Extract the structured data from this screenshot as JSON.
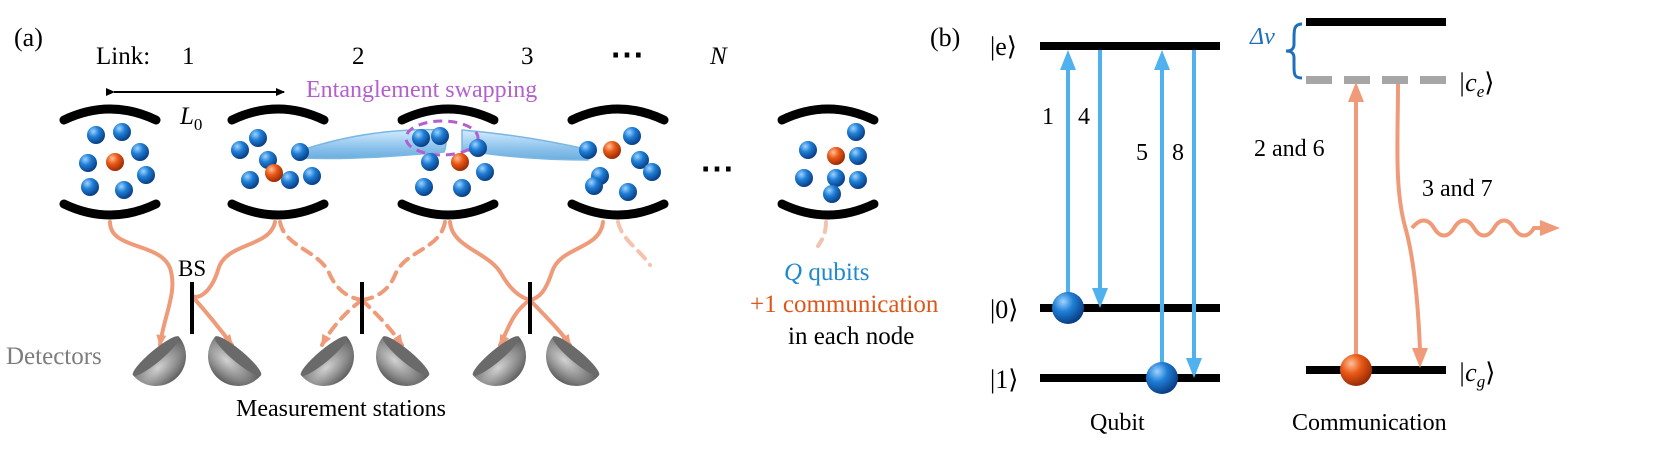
{
  "panel_a": {
    "label": "(a)",
    "link_label": "Link:",
    "link_numbers": [
      "1",
      "2",
      "3",
      "N"
    ],
    "ellipsis": "⋯",
    "length_label": "L",
    "length_sub": "0",
    "swap_label": "Entanglement swapping",
    "bs_label": "BS",
    "detectors_label": "Detectors",
    "stations_label": "Measurement stations",
    "qubits_q": "Q",
    "qubits_text": " qubits",
    "comm_text": "+1 communication",
    "node_text": "in each node"
  },
  "panel_b": {
    "label": "(b)",
    "level_e": "|e⟩",
    "level_0": "|0⟩",
    "level_1": "|1⟩",
    "level_ce_main": "|c",
    "level_ce_sub": "e",
    "level_ce_close": "⟩",
    "level_cg_main": "|c",
    "level_cg_sub": "g",
    "level_cg_close": "⟩",
    "delta_label": "Δν",
    "arrow_1": "1",
    "arrow_4": "4",
    "arrow_5": "5",
    "arrow_8": "8",
    "label_2and6": "2 and 6",
    "label_3and7": "3 and 7",
    "qubit_label": "Qubit",
    "comm_label": "Communication"
  },
  "colors": {
    "qubit_blue": "#1f88cf",
    "comm_orange": "#e0561a",
    "photon_salmon": "#ef9a78",
    "swap_purple": "#b45fcf",
    "arrow_lightblue": "#4fb2ee",
    "gray_detector": "#8c8c8c",
    "level_gray": "#a6a6a6"
  }
}
